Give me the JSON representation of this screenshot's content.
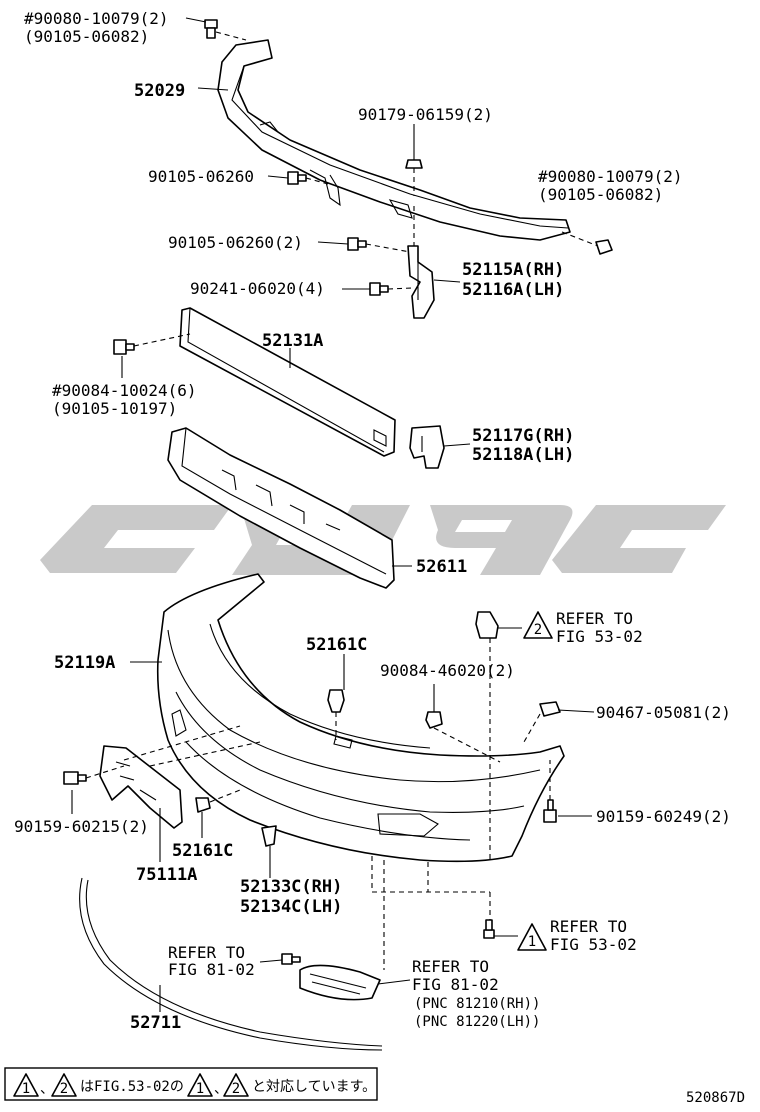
{
  "labels": {
    "p1a": "#90080-10079(2)",
    "p1b": "(90105-06082)",
    "p2": "52029",
    "p3": "90179-06159(2)",
    "p4": "90105-06260",
    "p5a": "#90080-10079(2)",
    "p5b": "(90105-06082)",
    "p6": "90105-06260(2)",
    "p7a": "52115A(RH)",
    "p7b": "52116A(LH)",
    "p8": "90241-06020(4)",
    "p9": "52131A",
    "p10a": "#90084-10024(6)",
    "p10b": "(90105-10197)",
    "p11a": "52117G(RH)",
    "p11b": "52118A(LH)",
    "p12": "52611",
    "p13a": "REFER TO",
    "p13b": "FIG 53-02",
    "p14": "52161C",
    "p15": "52119A",
    "p16": "90084-46020(2)",
    "p17": "90467-05081(2)",
    "p18": "90159-60215(2)",
    "p19": "52161C",
    "p20": "75111A",
    "p21": "90159-60249(2)",
    "p22a": "52133C(RH)",
    "p22b": "52134C(LH)",
    "p23a": "REFER TO",
    "p23b": "FIG 53-02",
    "p24a": "REFER TO",
    "p24b": "FIG 81-02",
    "p25a": "REFER TO",
    "p25b": "FIG 81-02",
    "p25c": "(PNC 81210(RH))",
    "p25d": "(PNC 81220(LH))",
    "p26": "52711",
    "ref1": "2",
    "ref2": "1"
  },
  "footnote": {
    "mark1": "1",
    "sep": "、",
    "mark2": "2",
    "text1": "はFIG.53-02の",
    "mark3": "1",
    "sep2": "、",
    "mark4": "2",
    "text2": "と対応しています。"
  },
  "diagram_code": "520867D",
  "colors": {
    "line": "#000000",
    "watermark": "#c9c9c9",
    "background": "#ffffff"
  }
}
